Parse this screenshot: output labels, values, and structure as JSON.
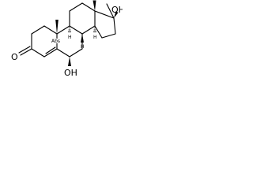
{
  "molecule": {
    "atoms": {
      "carbonyl_o": "O",
      "hydroxyl_c6": "OH",
      "hydroxyl_c17": "OH",
      "stereo_c8": "H",
      "stereo_c9": "H",
      "stereo_c10": "Abs",
      "stereo_c14": "H"
    }
  },
  "colors": {
    "bond": "#000000",
    "background": "#ffffff"
  }
}
